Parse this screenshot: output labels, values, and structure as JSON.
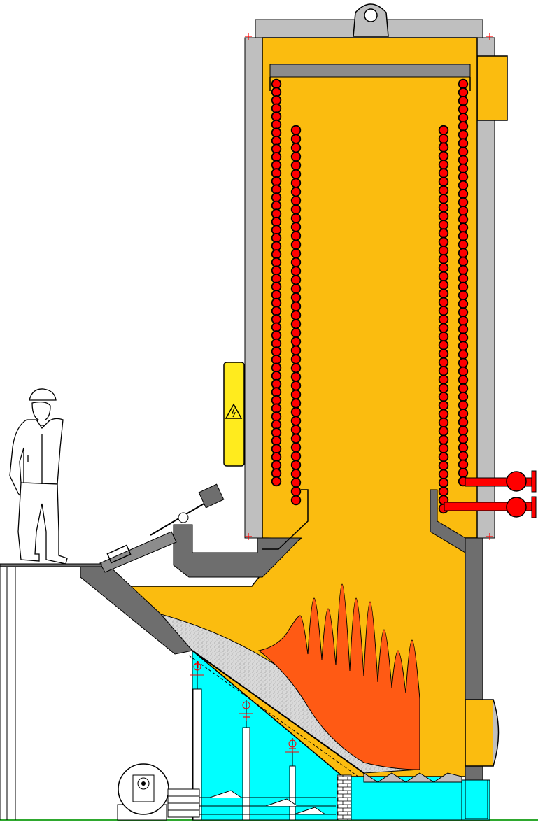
{
  "colors": {
    "chamber": "#FBBC0F",
    "chamber_dark": "#E8A50A",
    "casing": "#BFBFBF",
    "steel": "#6E6E6E",
    "steel_light": "#8C8C8C",
    "water": "#00FFFF",
    "tube": "#FF0000",
    "flame": "#FF5A14",
    "ash": "#D9D9D9",
    "outline": "#000000",
    "warning": "#FFEB1E",
    "brick": "#FFFFFF",
    "ground": "#2EA82E"
  },
  "icons": {
    "warning_sign": "electrical-hazard-warning-icon",
    "operator": "boiler-operator-figure",
    "fan": "combustion-air-fan",
    "lifting_lug": "lifting-lug"
  },
  "tube_banks": {
    "left_outer_count": 50,
    "left_inner_count": 43,
    "right_inner_count": 45,
    "right_outer_count": 48
  },
  "flame_peaks": 9
}
